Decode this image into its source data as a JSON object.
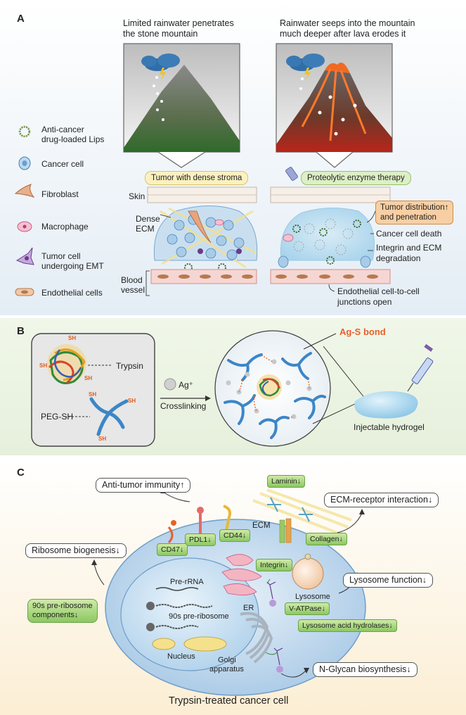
{
  "panelA": {
    "label": "A",
    "left_caption_line1": "Limited rainwater penetrates",
    "left_caption_line2": "the stone mountain",
    "right_caption_line1": "Rainwater seeps into the mountain",
    "right_caption_line2": "much deeper after lava erodes it",
    "legend": [
      {
        "line1": "Anti-cancer",
        "line2": "drug-loaded Lips",
        "icon": "liposome-icon"
      },
      {
        "line1": "Cancer cell",
        "line2": "",
        "icon": "cancer-cell-icon"
      },
      {
        "line1": "Fibroblast",
        "line2": "",
        "icon": "fibroblast-icon"
      },
      {
        "line1": "Macrophage",
        "line2": "",
        "icon": "macrophage-icon"
      },
      {
        "line1": "Tumor cell",
        "line2": "undergoing EMT",
        "icon": "emt-cell-icon"
      },
      {
        "line1": "Endothelial cells",
        "line2": "",
        "icon": "endothelial-cell-icon"
      }
    ],
    "tag_left": "Tumor with dense stroma",
    "tag_right": "Proteolytic enzyme therapy",
    "skin": "Skin",
    "dense_ecm_line1": "Dense",
    "dense_ecm_line2": "ECM",
    "blood_line1": "Blood",
    "blood_line2": "vessel",
    "tumor_dist_line1": "Tumor distribution",
    "tumor_dist_line2": "and penetration",
    "tumor_dist_arrow": "↑",
    "cancer_death": "Cancer cell death",
    "integrin_line1": "Integrin and ECM",
    "integrin_line2": "degradation",
    "junction_line1": "Endothelial cell-to-cell",
    "junction_line2": "junctions open"
  },
  "panelB": {
    "label": "B",
    "trypsin": "Trypsin",
    "peg": "PEG-SH",
    "sh": "SH",
    "ag": "Ag⁺",
    "crosslinking": "Crosslinking",
    "bond": "Ag-S bond",
    "hydrogel": "Injectable hydrogel"
  },
  "panelC": {
    "label": "C",
    "anti_tumor": "Anti-tumor immunity↑",
    "ecm_receptor": "ECM-receptor interaction↓",
    "ribosome": "Ribosome biogenesis↓",
    "lysosome_function": "Lysosome function↓",
    "nglycan": "N-Glycan biosynthesis↓",
    "laminin": "Laminin↓",
    "ecm": "ECM",
    "pdl1": "PDL1↓",
    "cd44": "CD44↓",
    "cd47": "CD47↓",
    "integrin": "Integrin↓",
    "collagen": "Collagen↓",
    "v_atpase": "V-ATPase↓",
    "acid_hydrolases": "Lysosome acid hydrolases↓",
    "ribo90_line1": "90s pre-ribosome",
    "ribo90_line2": "components↓",
    "pre_rrna": "Pre-rRNA",
    "pre_ribosome": "90s pre-ribosome",
    "nucleus": "Nucleus",
    "er": "ER",
    "lysosome": "Lysosome",
    "golgi_line1": "Golgi",
    "golgi_line2": "apparatus",
    "caption": "Trypsin-treated cancer cell"
  },
  "colors": {
    "tag_yellow": "#fbf1c0",
    "tag_green": "#ddefc6",
    "tag_orange": "#f8cfa4",
    "bond_text": "#e8602a",
    "sh_text": "#e05a1a"
  }
}
